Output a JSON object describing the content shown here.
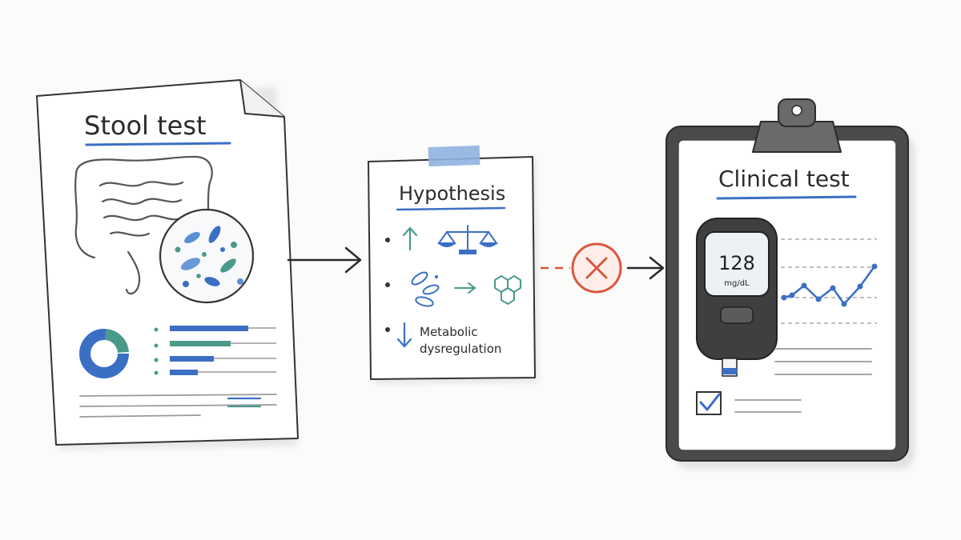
{
  "stool_card": {
    "title": "Stool test"
  },
  "hypothesis_card": {
    "title": "Hypothesis",
    "items": [
      {
        "arrow": "up",
        "icon": "balance-scale-icon",
        "text": ""
      },
      {
        "arrow": "none",
        "icon": "bacteria-to-molecule-icon",
        "text": ""
      },
      {
        "arrow": "down",
        "icon": "",
        "text_line1": "Metabolic",
        "text_line2": "dysregulation"
      }
    ]
  },
  "link_status": {
    "icon": "x-circle-icon",
    "meaning": ""
  },
  "clinical_card": {
    "title": "Clinical test",
    "meter": {
      "value": "128",
      "unit": "mg/dL"
    },
    "checkbox_checked": true
  },
  "colors": {
    "blue": "#3b6fc4",
    "teal": "#4a9a8c",
    "red": "#d9573f",
    "ink": "#2b2b2b",
    "tape": "#8fb3e0"
  }
}
